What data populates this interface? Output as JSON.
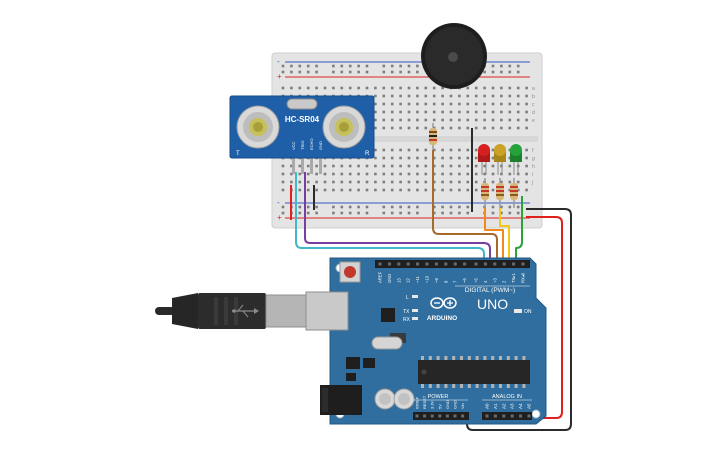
{
  "sensor": {
    "model": "HC-SR04",
    "left_mark": "T",
    "right_mark": "R",
    "pins": [
      "VCC",
      "TRIG",
      "ECHO",
      "GND"
    ]
  },
  "breadboard": {
    "plus": "+",
    "minus": "-",
    "row_letters_right": [
      "a",
      "b",
      "c",
      "d",
      "e",
      "f",
      "g",
      "h",
      "i",
      "j"
    ]
  },
  "leds": [
    {
      "color": "#d61f1f"
    },
    {
      "color": "#c9a227"
    },
    {
      "color": "#23a33a"
    }
  ],
  "arduino": {
    "brand": "ARDUINO",
    "model": "UNO",
    "digital_label": "DIGITAL (PWM~)",
    "power_label": "POWER",
    "analog_label": "ANALOG IN",
    "on_label": "ON",
    "led_labels": [
      "L",
      "TX",
      "RX"
    ],
    "digital_pins": [
      "AREF",
      "GND",
      "13",
      "12",
      "~11",
      "~10",
      "~9",
      "8",
      "7",
      "~6",
      "~5",
      "4",
      "~3",
      "2",
      "TX▸1",
      "RX◂0"
    ],
    "power_pins": [
      "IOREF",
      "RESET",
      "3.3V",
      "5V",
      "GND",
      "GND",
      "Vin"
    ],
    "analog_pins": [
      "A0",
      "A1",
      "A2",
      "A3",
      "A4",
      "A5"
    ]
  },
  "colors": {
    "board_blue": "#2f6e9e",
    "board_dark": "#1d4f77",
    "breadboard": "#e8e8e8",
    "wire_red": "#e0201c",
    "wire_black": "#2b2b2b",
    "wire_purple": "#7a3ea1",
    "wire_cyan": "#43b8c9",
    "wire_brown": "#a8692c",
    "wire_orange": "#f08a1c",
    "wire_yellow": "#f2c81a",
    "wire_green": "#2aa33a"
  }
}
